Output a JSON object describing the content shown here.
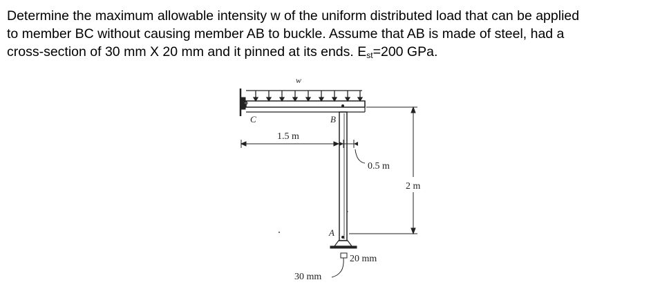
{
  "problem": {
    "line1": "Determine the maximum allowable intensity w of the uniform distributed load that can be applied",
    "line2": "to member BC without causing member AB to buckle. Assume that AB is made of steel, had a",
    "line3_pre": "cross-section of 30 mm X 20 mm and it pinned at its ends. E",
    "line3_sub": "st",
    "line3_post": "=200 GPa."
  },
  "figure": {
    "load_label": "w",
    "point_c": "C",
    "point_b": "B",
    "point_a": "A",
    "dim_bc": "1.5 m",
    "dim_offset": "0.5 m",
    "dim_height": "2 m",
    "dim_20": "20 mm",
    "dim_30": "30 mm"
  }
}
